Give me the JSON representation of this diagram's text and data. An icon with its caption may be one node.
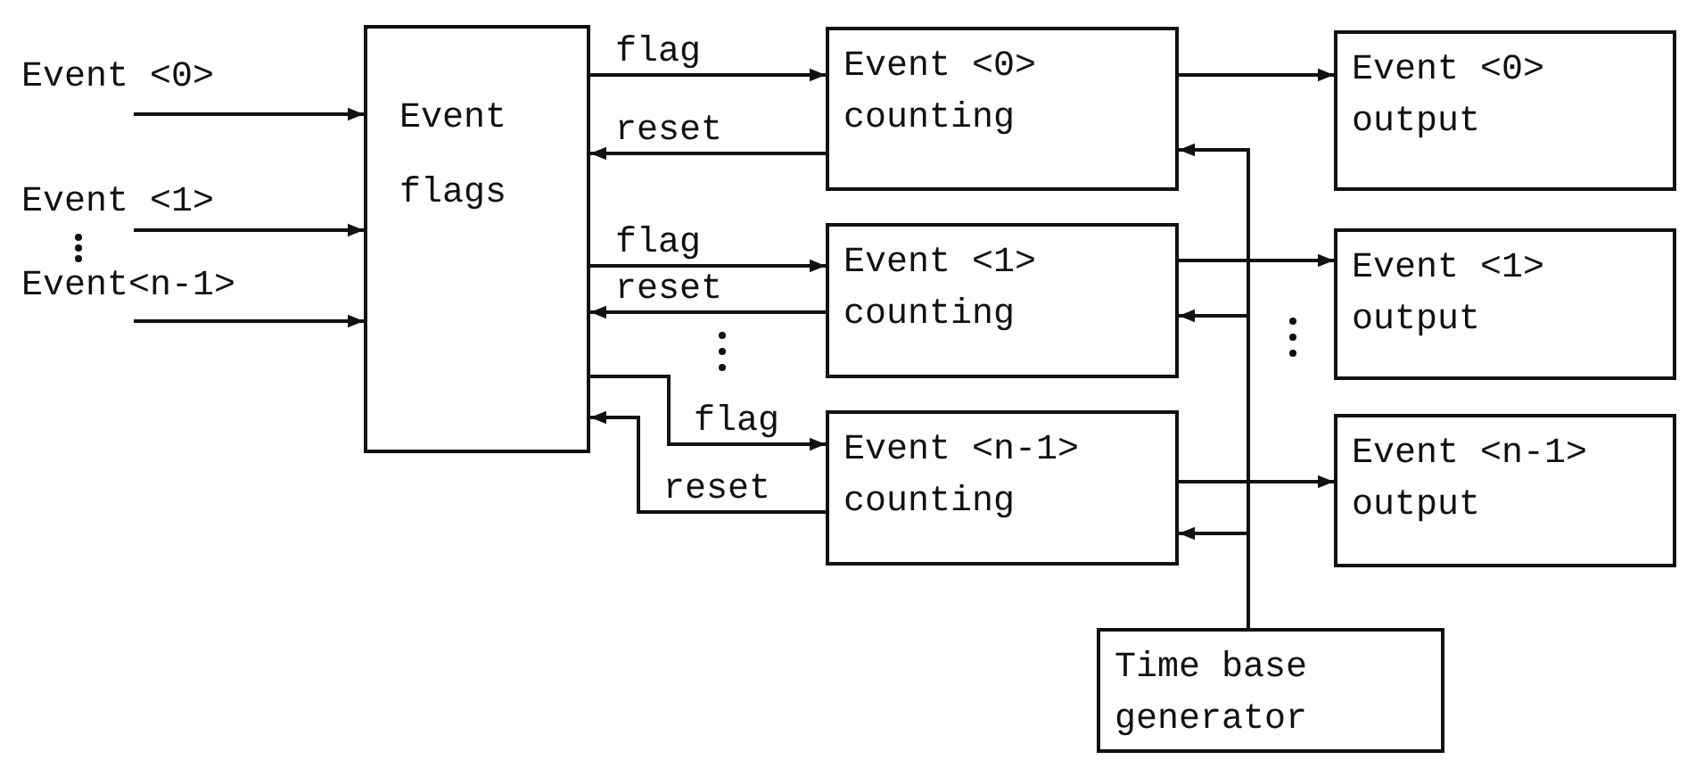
{
  "diagram": {
    "nodes": [
      {
        "text": [
          "Event <0>"
        ]
      },
      {
        "text": [
          "Event <1>"
        ]
      },
      {
        "text": [
          "Event<n-1>"
        ]
      },
      {
        "text": [
          "Event flags"
        ]
      },
      {
        "text": [
          "Event <0> counting"
        ]
      },
      {
        "text": [
          "Event <1> counting"
        ]
      },
      {
        "text": [
          "Event <n-1> counting"
        ]
      },
      {
        "text": [
          "Event <0> output"
        ]
      },
      {
        "text": [
          "Event <1> output"
        ]
      },
      {
        "text": [
          "Event <n-1> output"
        ]
      },
      {
        "text": [
          "Time base generator"
        ]
      }
    ],
    "edges": [
      {
        "from": 0,
        "to": 3,
        "arrow": "to"
      },
      {
        "from": 1,
        "to": 3,
        "arrow": "to"
      },
      {
        "from": 2,
        "to": 3,
        "arrow": "to"
      },
      {
        "from": 3,
        "to": 4,
        "arrow": "to",
        "label": "flag"
      },
      {
        "from": 4,
        "to": 3,
        "arrow": "to",
        "label": "reset"
      },
      {
        "from": 3,
        "to": 5,
        "arrow": "to",
        "label": "flag"
      },
      {
        "from": 5,
        "to": 3,
        "arrow": "to",
        "label": "reset"
      },
      {
        "from": 3,
        "to": 6,
        "arrow": "to",
        "label": "flag"
      },
      {
        "from": 6,
        "to": 3,
        "arrow": "to",
        "label": "reset"
      },
      {
        "from": 4,
        "to": 7,
        "arrow": "to"
      },
      {
        "from": 5,
        "to": 8,
        "arrow": "to"
      },
      {
        "from": 6,
        "to": 9,
        "arrow": "to"
      },
      {
        "from": 10,
        "to": 4,
        "arrow": "to"
      },
      {
        "from": 10,
        "to": 5,
        "arrow": "to"
      },
      {
        "from": 10,
        "to": 6,
        "arrow": "to"
      }
    ]
  }
}
